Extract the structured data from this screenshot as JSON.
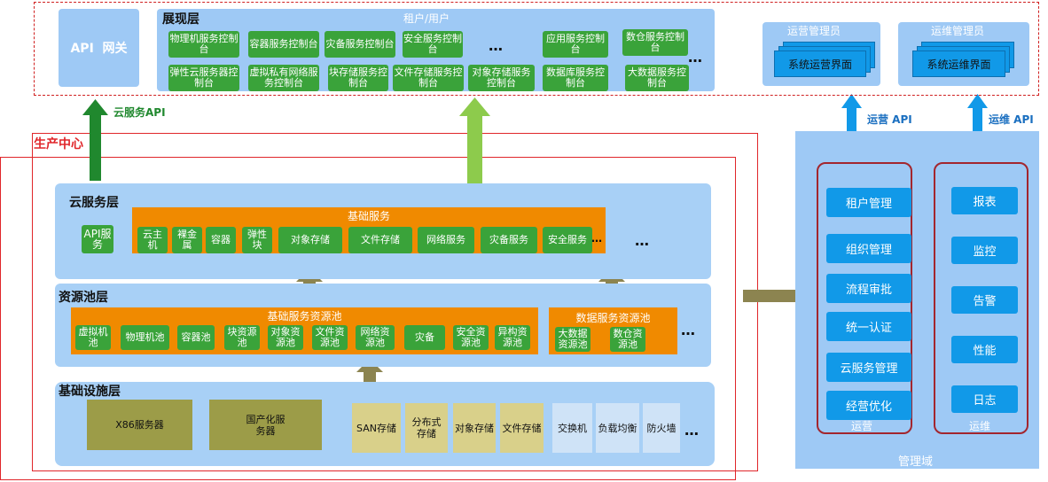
{
  "presentation": {
    "api_gateway": "API  网关",
    "layer_title": "展现层",
    "tenant_label": "租户/用户",
    "consoles": [
      "物理机服务控制台",
      "容器服务控制台",
      "灾备服务控制台",
      "安全服务控制台",
      "应用服务控制台",
      "数仓服务控制台",
      "弹性云服务器控制台",
      "虚拟私有网络服务控制台",
      "块存储服务控制台",
      "文件存储服务控制台",
      "对象存储服务控制台",
      "数据库服务控制台",
      "大数据服务控制台"
    ],
    "dots": "…",
    "ops_admin": "运营管理员",
    "ops_ui": "系统运营界面",
    "maint_admin": "运维管理员",
    "maint_ui": "系统运维界面"
  },
  "arrows": {
    "cloud_api": "云服务API",
    "ops_api": "运营 API",
    "maint_api": "运维 API"
  },
  "production": {
    "title": "生产中心",
    "cloud_layer": {
      "title": "云服务层",
      "api_service": "API服务",
      "basic_title": "基础服务",
      "services": [
        "云主机",
        "裸金属",
        "容器",
        "弹性块",
        "对象存储",
        "文件存储",
        "网络服务",
        "灾备服务",
        "安全服务"
      ],
      "dots": "…"
    },
    "pool_layer": {
      "title": "资源池层",
      "basic_pool_title": "基础服务资源池",
      "basic_pools": [
        "虚拟机池",
        "物理机池",
        "容器池",
        "块资源池",
        "对象资源池",
        "文件资源池",
        "网络资源池",
        "灾备",
        "安全资源池",
        "异构资源池"
      ],
      "data_pool_title": "数据服务资源池",
      "data_pools": [
        "大数据资源池",
        "数仓资源池"
      ],
      "dots": "…"
    },
    "infra_layer": {
      "title": "基础设施层",
      "servers": [
        "X86服务器",
        "国产化服务器"
      ],
      "storage": [
        "SAN存储",
        "分布式存储",
        "对象存储",
        "文件存储"
      ],
      "network": [
        "交换机",
        "负载均衡",
        "防火墙"
      ],
      "dots": "…"
    }
  },
  "management": {
    "domain_title": "管理域",
    "ops_group_label": "运营",
    "ops_items": [
      "租户管理",
      "组织管理",
      "流程审批",
      "统一认证",
      "云服务管理",
      "经营优化"
    ],
    "maint_group_label": "运维",
    "maint_items": [
      "报表",
      "监控",
      "告警",
      "性能",
      "日志"
    ]
  },
  "colors": {
    "panel": "#9ec9f5",
    "green": "#3aa33a",
    "orange": "#f08a00",
    "blue": "#1199e8",
    "red": "#e0262a",
    "olive_arrow": "#8c8450"
  }
}
